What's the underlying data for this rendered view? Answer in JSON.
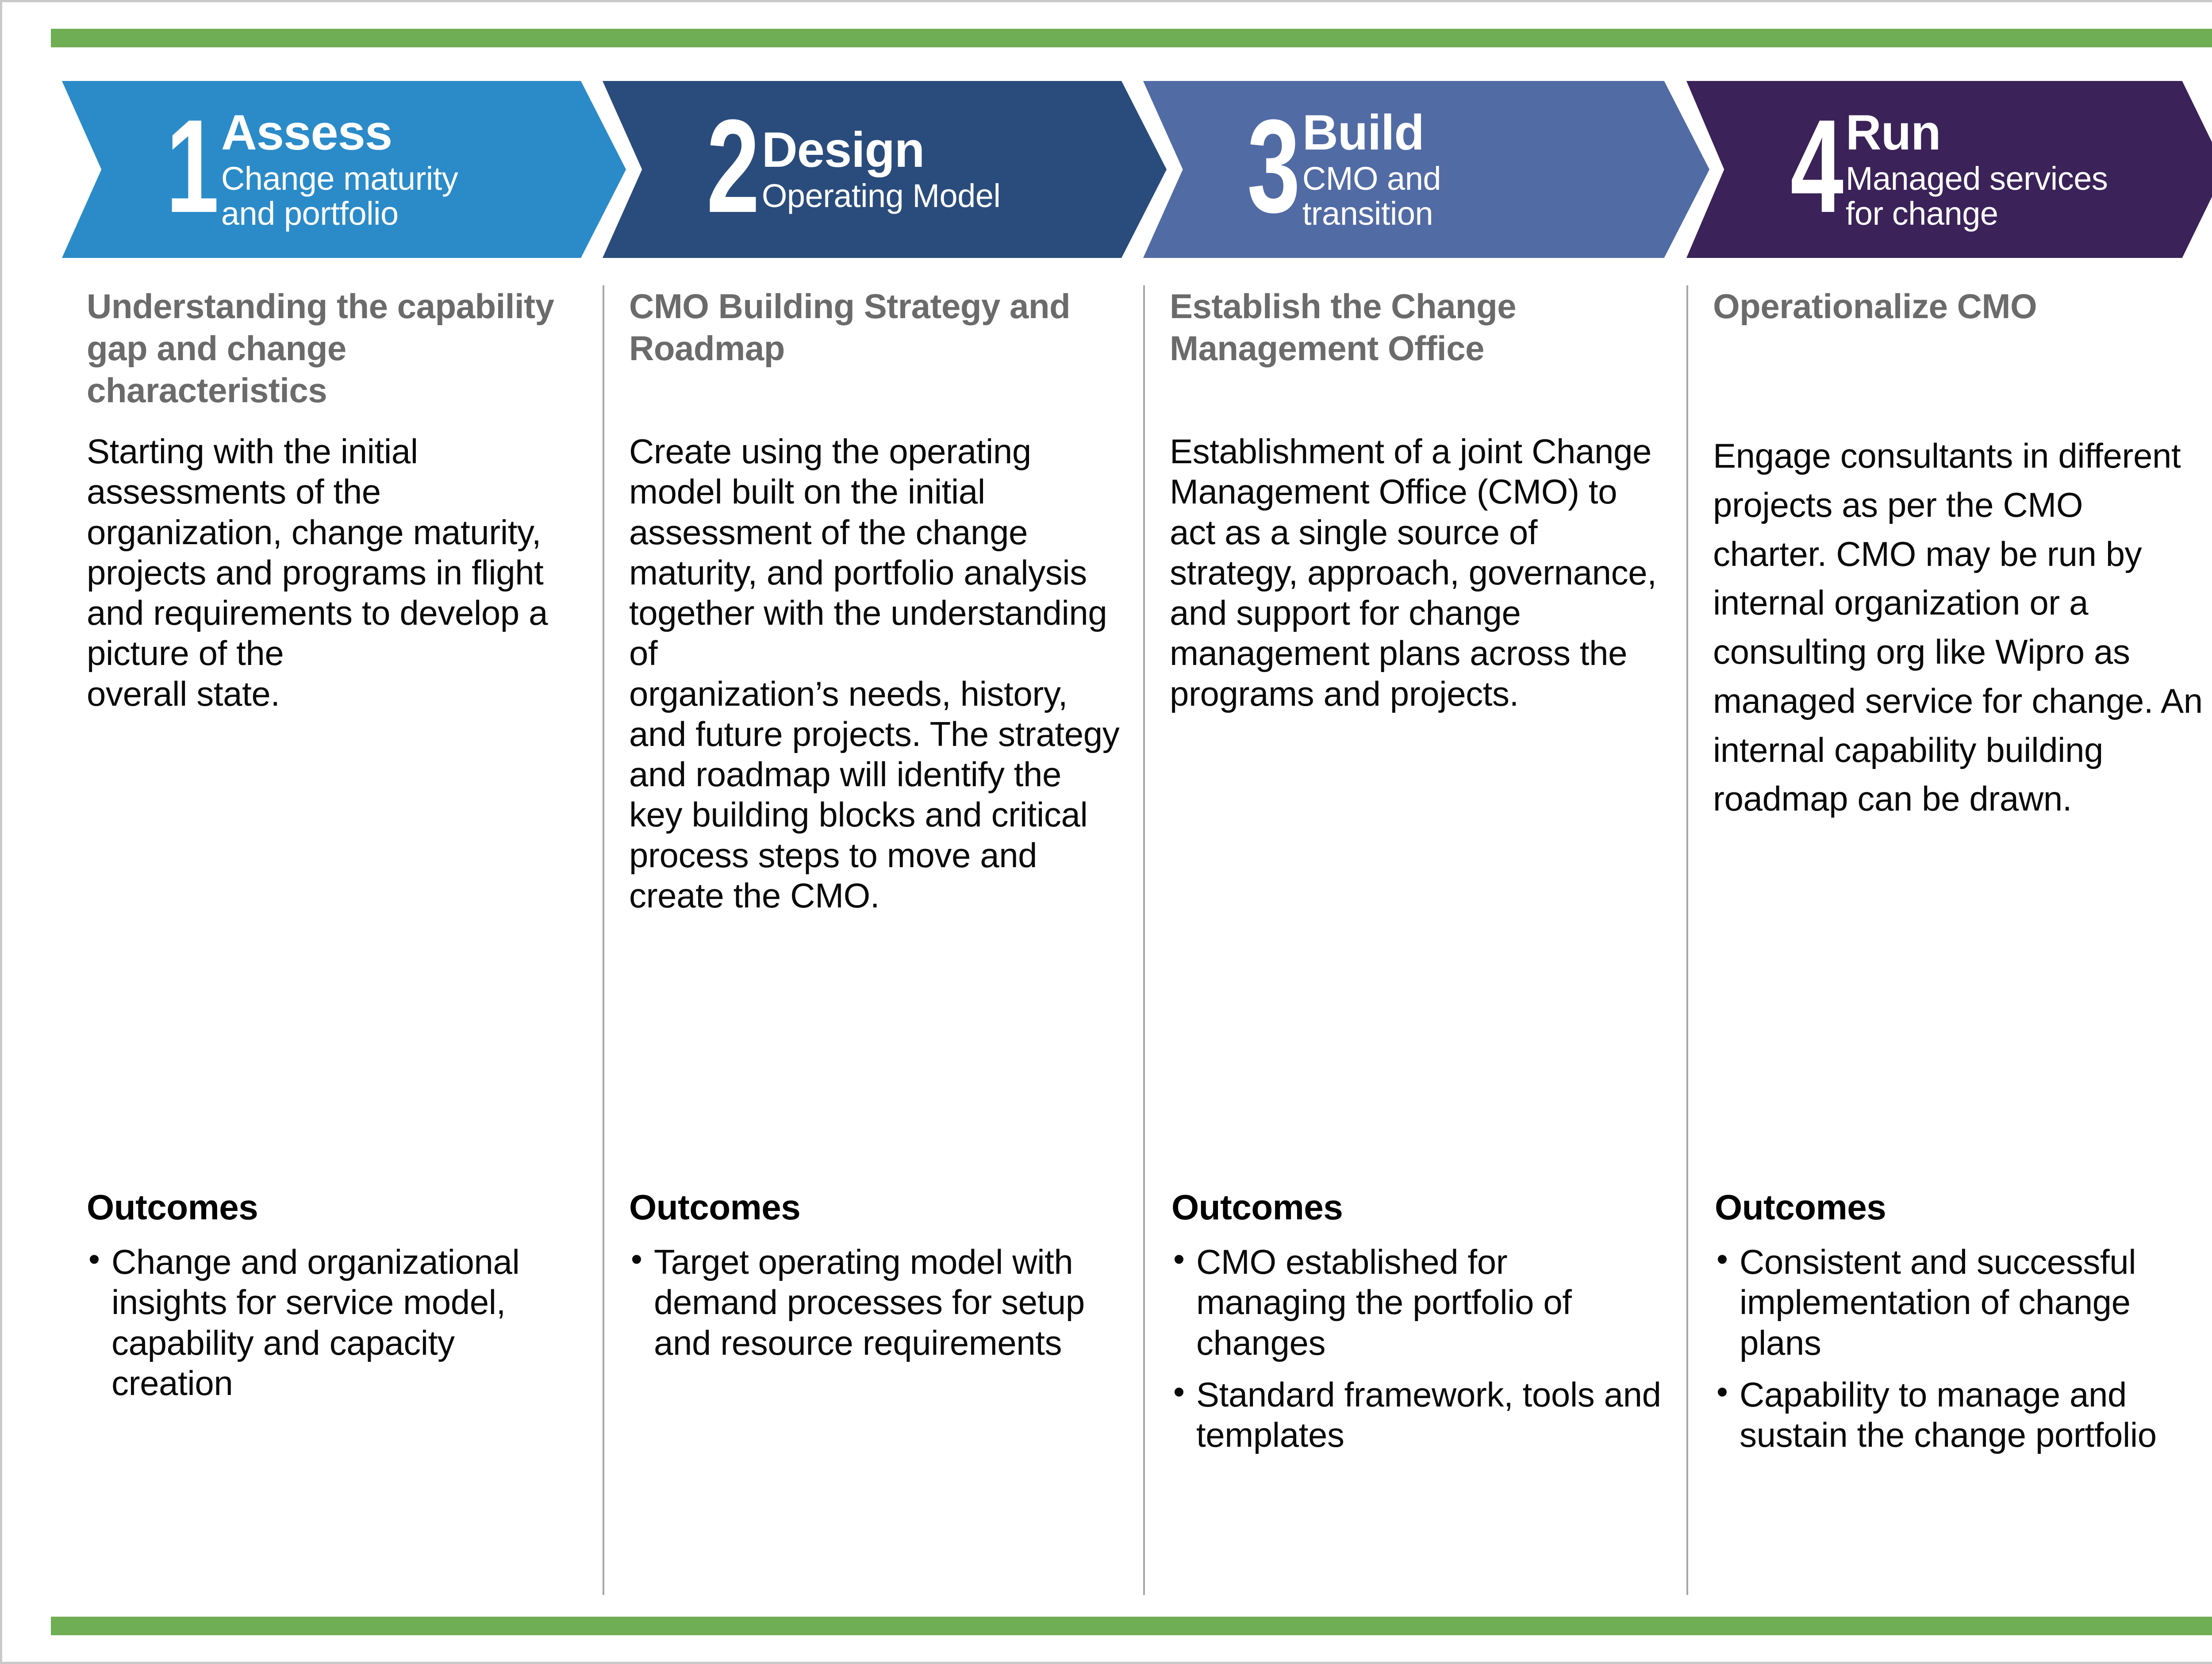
{
  "colors": {
    "accent_rule": "#6fae54",
    "step1": "#2b8bc9",
    "step2": "#2a4c7d",
    "step3": "#516ba5",
    "step4": "#3b2259",
    "lede_gray": "#6b6b6b",
    "divider": "#a6a6a6",
    "frame": "#c9c9c9"
  },
  "steps": [
    {
      "number": "1",
      "title": "Assess",
      "subtitle": "Change maturity\nand portfolio",
      "color": "#2b8bc9"
    },
    {
      "number": "2",
      "title": "Design",
      "subtitle": "Operating Model",
      "color": "#2a4c7d"
    },
    {
      "number": "3",
      "title": "Build",
      "subtitle": "CMO and\ntransition",
      "color": "#516ba5"
    },
    {
      "number": "4",
      "title": "Run",
      "subtitle": "Managed services\nfor change",
      "color": "#3b2259"
    }
  ],
  "columns": [
    {
      "lede": "Understanding the capability gap and change characteristics",
      "body": "Starting with the initial assessments of the organization, change maturity, projects and programs in flight and requirements to develop a picture of the\noverall state.",
      "outcomes_label": "Outcomes",
      "outcomes": [
        "Change and organizational insights for service model, capability and capacity creation"
      ]
    },
    {
      "lede": "CMO Building Strategy and Roadmap",
      "body": "Create using the operating model built on the initial assessment of the change maturity, and portfolio analysis together with the understanding of\n organization’s needs, history, and future projects. The strategy and roadmap will identify the key building blocks and critical process steps to move and create the CMO.",
      "outcomes_label": "Outcomes",
      "outcomes": [
        "Target operating model with demand processes for setup and resource requirements"
      ]
    },
    {
      "lede": "Establish the Change Management Office",
      "body": "Establishment of a joint Change Management Office (CMO) to act as a single source of strategy, approach, governance, and support for change management plans across the programs and projects.",
      "outcomes_label": "Outcomes",
      "outcomes": [
        "CMO established for managing the portfolio of changes",
        "Standard framework, tools and templates"
      ]
    },
    {
      "lede": "Operationalize CMO",
      "body": "Engage consultants in different projects as per the CMO charter. CMO may be run by internal organization or a consulting org like Wipro as managed service for change. An internal capability building roadmap can be drawn.",
      "outcomes_label": "Outcomes",
      "outcomes": [
        "Consistent and successful implementation of change plans",
        "Capability to manage and sustain the change portfolio"
      ]
    }
  ]
}
